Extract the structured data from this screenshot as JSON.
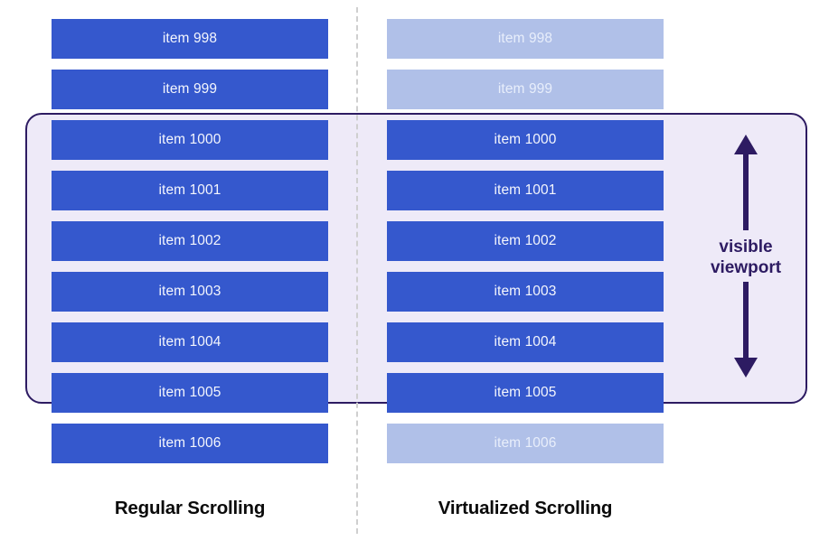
{
  "diagram": {
    "title": "Regular Scrolling vs Virtualized Scrolling",
    "colors": {
      "bar_solid": "#3558cd",
      "bar_faded": "#b0c0e8",
      "viewport_fill": "#eeeaf8",
      "viewport_border": "#2d1b62",
      "divider": "#cfcfcf",
      "caption_text": "#0a0a0a",
      "bar_text": "#f4f6fd"
    }
  },
  "columns": {
    "left": {
      "caption": "Regular Scrolling",
      "items": [
        {
          "label": "item 998",
          "state": "rendered"
        },
        {
          "label": "item 999",
          "state": "rendered"
        },
        {
          "label": "item 1000",
          "state": "rendered"
        },
        {
          "label": "item 1001",
          "state": "rendered"
        },
        {
          "label": "item 1002",
          "state": "rendered"
        },
        {
          "label": "item 1003",
          "state": "rendered"
        },
        {
          "label": "item 1004",
          "state": "rendered"
        },
        {
          "label": "item 1005",
          "state": "rendered"
        },
        {
          "label": "item 1006",
          "state": "rendered"
        }
      ]
    },
    "right": {
      "caption": "Virtualized Scrolling",
      "items": [
        {
          "label": "item 998",
          "state": "not-rendered"
        },
        {
          "label": "item 999",
          "state": "not-rendered"
        },
        {
          "label": "item 1000",
          "state": "rendered"
        },
        {
          "label": "item 1001",
          "state": "rendered"
        },
        {
          "label": "item 1002",
          "state": "rendered"
        },
        {
          "label": "item 1003",
          "state": "rendered"
        },
        {
          "label": "item 1004",
          "state": "rendered"
        },
        {
          "label": "item 1005",
          "state": "rendered"
        },
        {
          "label": "item 1006",
          "state": "not-rendered"
        }
      ]
    }
  },
  "viewport": {
    "label": "visible\nviewport",
    "arrow_up_icon": "arrow-up-icon",
    "arrow_down_icon": "arrow-down-icon",
    "covers_items": [
      "item 1000",
      "item 1001",
      "item 1002",
      "item 1003",
      "item 1004",
      "item 1005"
    ]
  }
}
